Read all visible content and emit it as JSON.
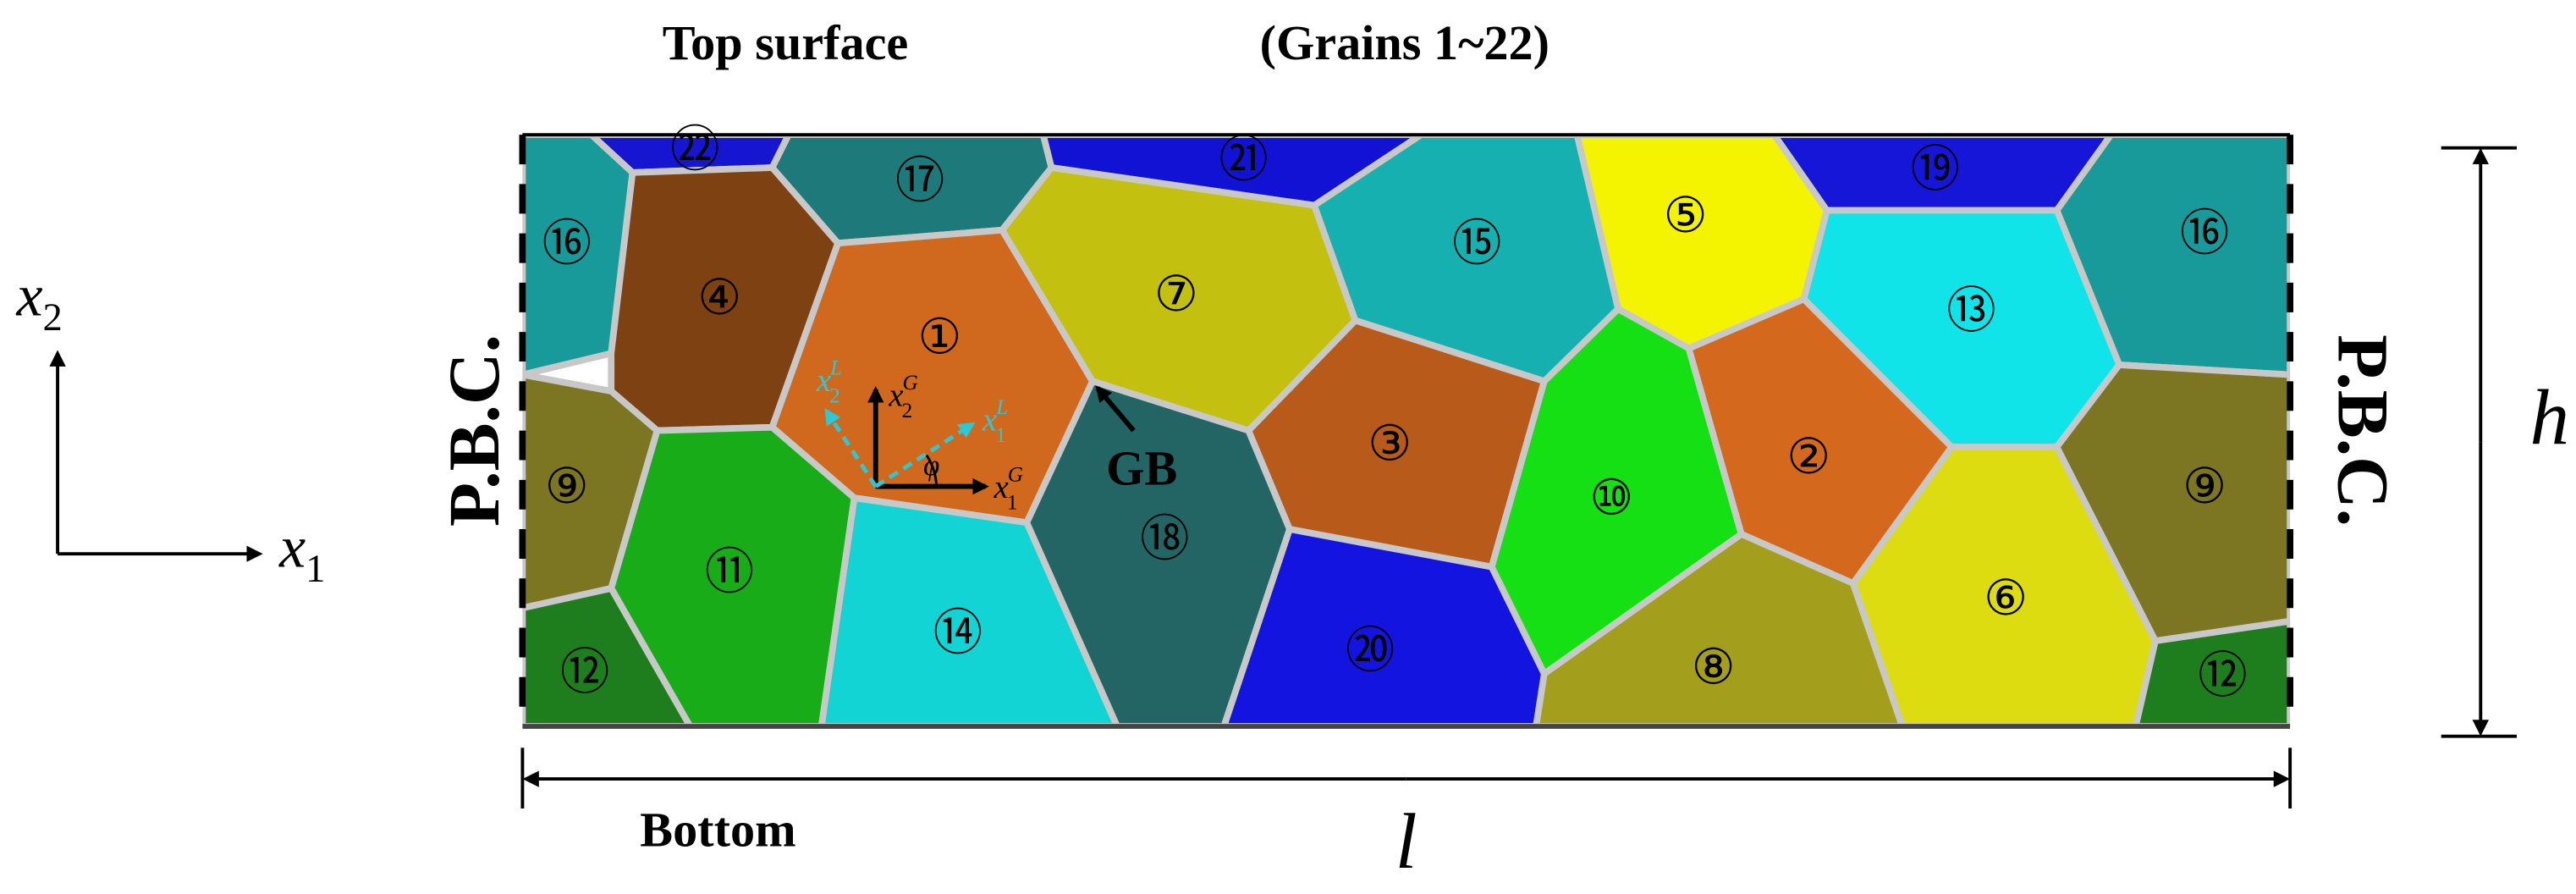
{
  "labels": {
    "top_surface": "Top surface",
    "grains_range": "(Grains 1~22)",
    "bottom": "Bottom",
    "pbc_left": "P.B.C.",
    "pbc_right": "P.B.C.",
    "length": "l",
    "height": "h",
    "gb": "GB",
    "axis_x1": "x",
    "axis_x1_sub": "1",
    "axis_x2": "x",
    "axis_x2_sub": "2",
    "phi": "φ",
    "global_x1": "x",
    "global_x1_sub": "1",
    "global_x1_sup": "G",
    "global_x2": "x",
    "global_x2_sub": "2",
    "global_x2_sup": "G",
    "local_x1": "x",
    "local_x1_sub": "1",
    "local_x1_sup": "L",
    "local_x2": "x",
    "local_x2_sub": "2",
    "local_x2_sup": "L"
  },
  "grains": [
    {
      "id": 1,
      "label": "①",
      "color": "#D0691E"
    },
    {
      "id": 2,
      "label": "②",
      "color": "#D4691E"
    },
    {
      "id": 3,
      "label": "③",
      "color": "#B85A1A"
    },
    {
      "id": 4,
      "label": "④",
      "color": "#7E4112"
    },
    {
      "id": 5,
      "label": "⑤",
      "color": "#F4F400"
    },
    {
      "id": 6,
      "label": "⑥",
      "color": "#DCDC10"
    },
    {
      "id": 7,
      "label": "⑦",
      "color": "#C4C010"
    },
    {
      "id": 8,
      "label": "⑧",
      "color": "#A39E1C"
    },
    {
      "id": 9,
      "label": "⑨",
      "color": "#7C7522"
    },
    {
      "id": 10,
      "label": "⑩",
      "color": "#14E014"
    },
    {
      "id": 11,
      "label": "⑪",
      "color": "#18AC18"
    },
    {
      "id": 12,
      "label": "⑫",
      "color": "#1E7E1E"
    },
    {
      "id": 13,
      "label": "⑬",
      "color": "#10E4E8"
    },
    {
      "id": 14,
      "label": "⑭",
      "color": "#12D4D4"
    },
    {
      "id": 15,
      "label": "⑮",
      "color": "#16B0B0"
    },
    {
      "id": 16,
      "label": "⑯",
      "color": "#199A9A"
    },
    {
      "id": 17,
      "label": "⑰",
      "color": "#1E7A7A"
    },
    {
      "id": 18,
      "label": "⑱",
      "color": "#236464"
    },
    {
      "id": 19,
      "label": "⑲",
      "color": "#1616D8"
    },
    {
      "id": 20,
      "label": "⑳",
      "color": "#1414E0"
    },
    {
      "id": 21,
      "label": "㉑",
      "color": "#1212D4"
    },
    {
      "id": 22,
      "label": "㉒",
      "color": "#1616D0"
    }
  ]
}
